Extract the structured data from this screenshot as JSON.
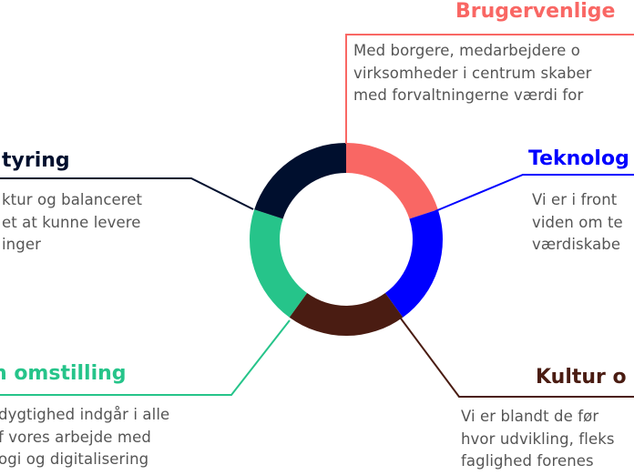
{
  "colors": {
    "bruger": "#f96764",
    "teknologi": "#0000ff",
    "kultur": "#4a1c12",
    "omstilling": "#26c48a",
    "styring": "#000f2e",
    "text": "#555555"
  },
  "icons": [
    "donut-ring"
  ],
  "segments": [
    {
      "key": "bruger",
      "share": 0.2
    },
    {
      "key": "teknologi",
      "share": 0.2
    },
    {
      "key": "kultur",
      "share": 0.2
    },
    {
      "key": "omstilling",
      "share": 0.2
    },
    {
      "key": "styring",
      "share": 0.2
    }
  ],
  "sections": {
    "bruger": {
      "title": "Brugervenlige",
      "lines": [
        "Med  borgere, medarbejdere o",
        "virksomheder i centrum skaber",
        "med forvaltningerne værdi for"
      ]
    },
    "teknologi": {
      "title": "Teknolog",
      "lines": [
        "Vi er i front",
        "viden om te",
        "værdiskabe"
      ]
    },
    "kultur": {
      "title": "Kultur o",
      "lines": [
        "Vi er blandt de før",
        "hvor udvikling, fleks",
        "faglighed forenes"
      ]
    },
    "omstilling": {
      "title": "n omstilling",
      "lines": [
        "dygtighed indgår i alle",
        "f vores arbejde med",
        "ogi og digitalisering"
      ]
    },
    "styring": {
      "title": "tyring",
      "lines": [
        "ktur og balanceret",
        "et at kunne levere",
        "inger"
      ]
    }
  }
}
